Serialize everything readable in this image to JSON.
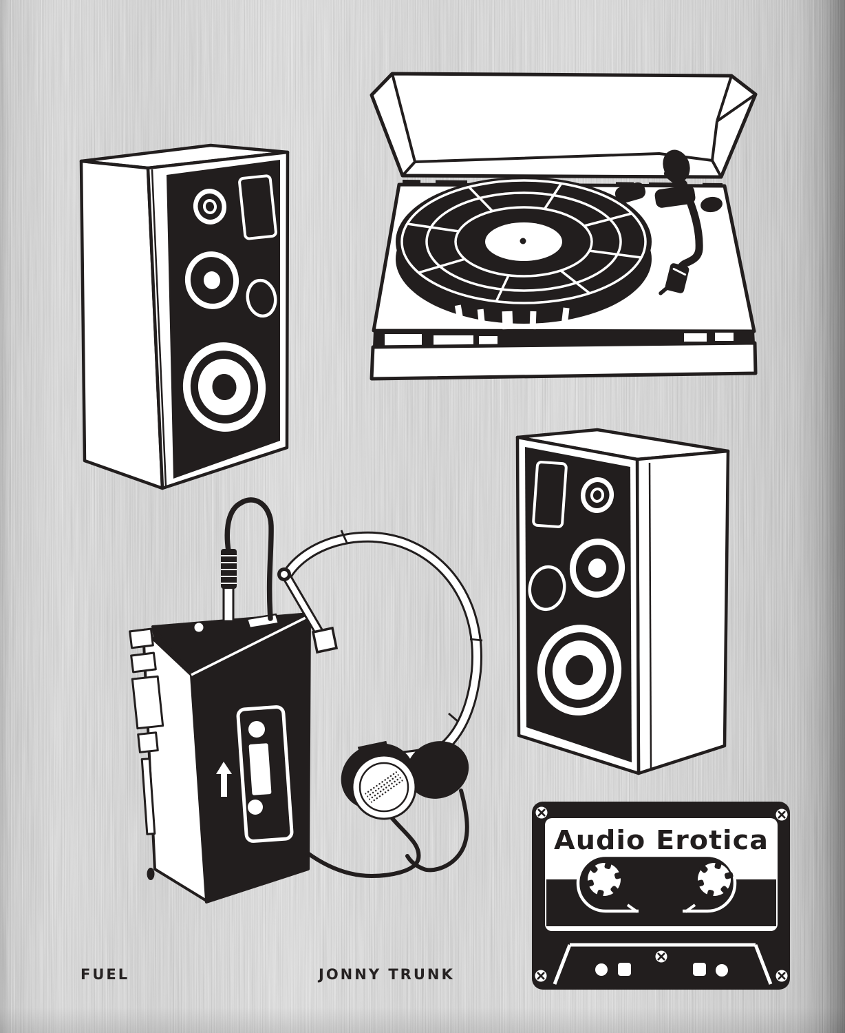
{
  "cover": {
    "title": "Audio Erotica",
    "author": "JONNY TRUNK",
    "publisher": "FUEL",
    "colors": {
      "ink": "#221e1e",
      "paper": "#ffffff",
      "metal_light": "#d2d2d2",
      "metal_mid": "#c4c4c4",
      "metal_edge_dark": "#8e8e8e"
    },
    "illustrations": {
      "speaker_left": "three-way-loudspeaker-facing-right",
      "turntable": "turntable-with-open-dust-cover",
      "speaker_right": "three-way-loudspeaker-facing-left",
      "walkman": "portable-cassette-player",
      "headphones": "on-ear-headphones",
      "cassette": "compact-cassette-tape"
    }
  }
}
